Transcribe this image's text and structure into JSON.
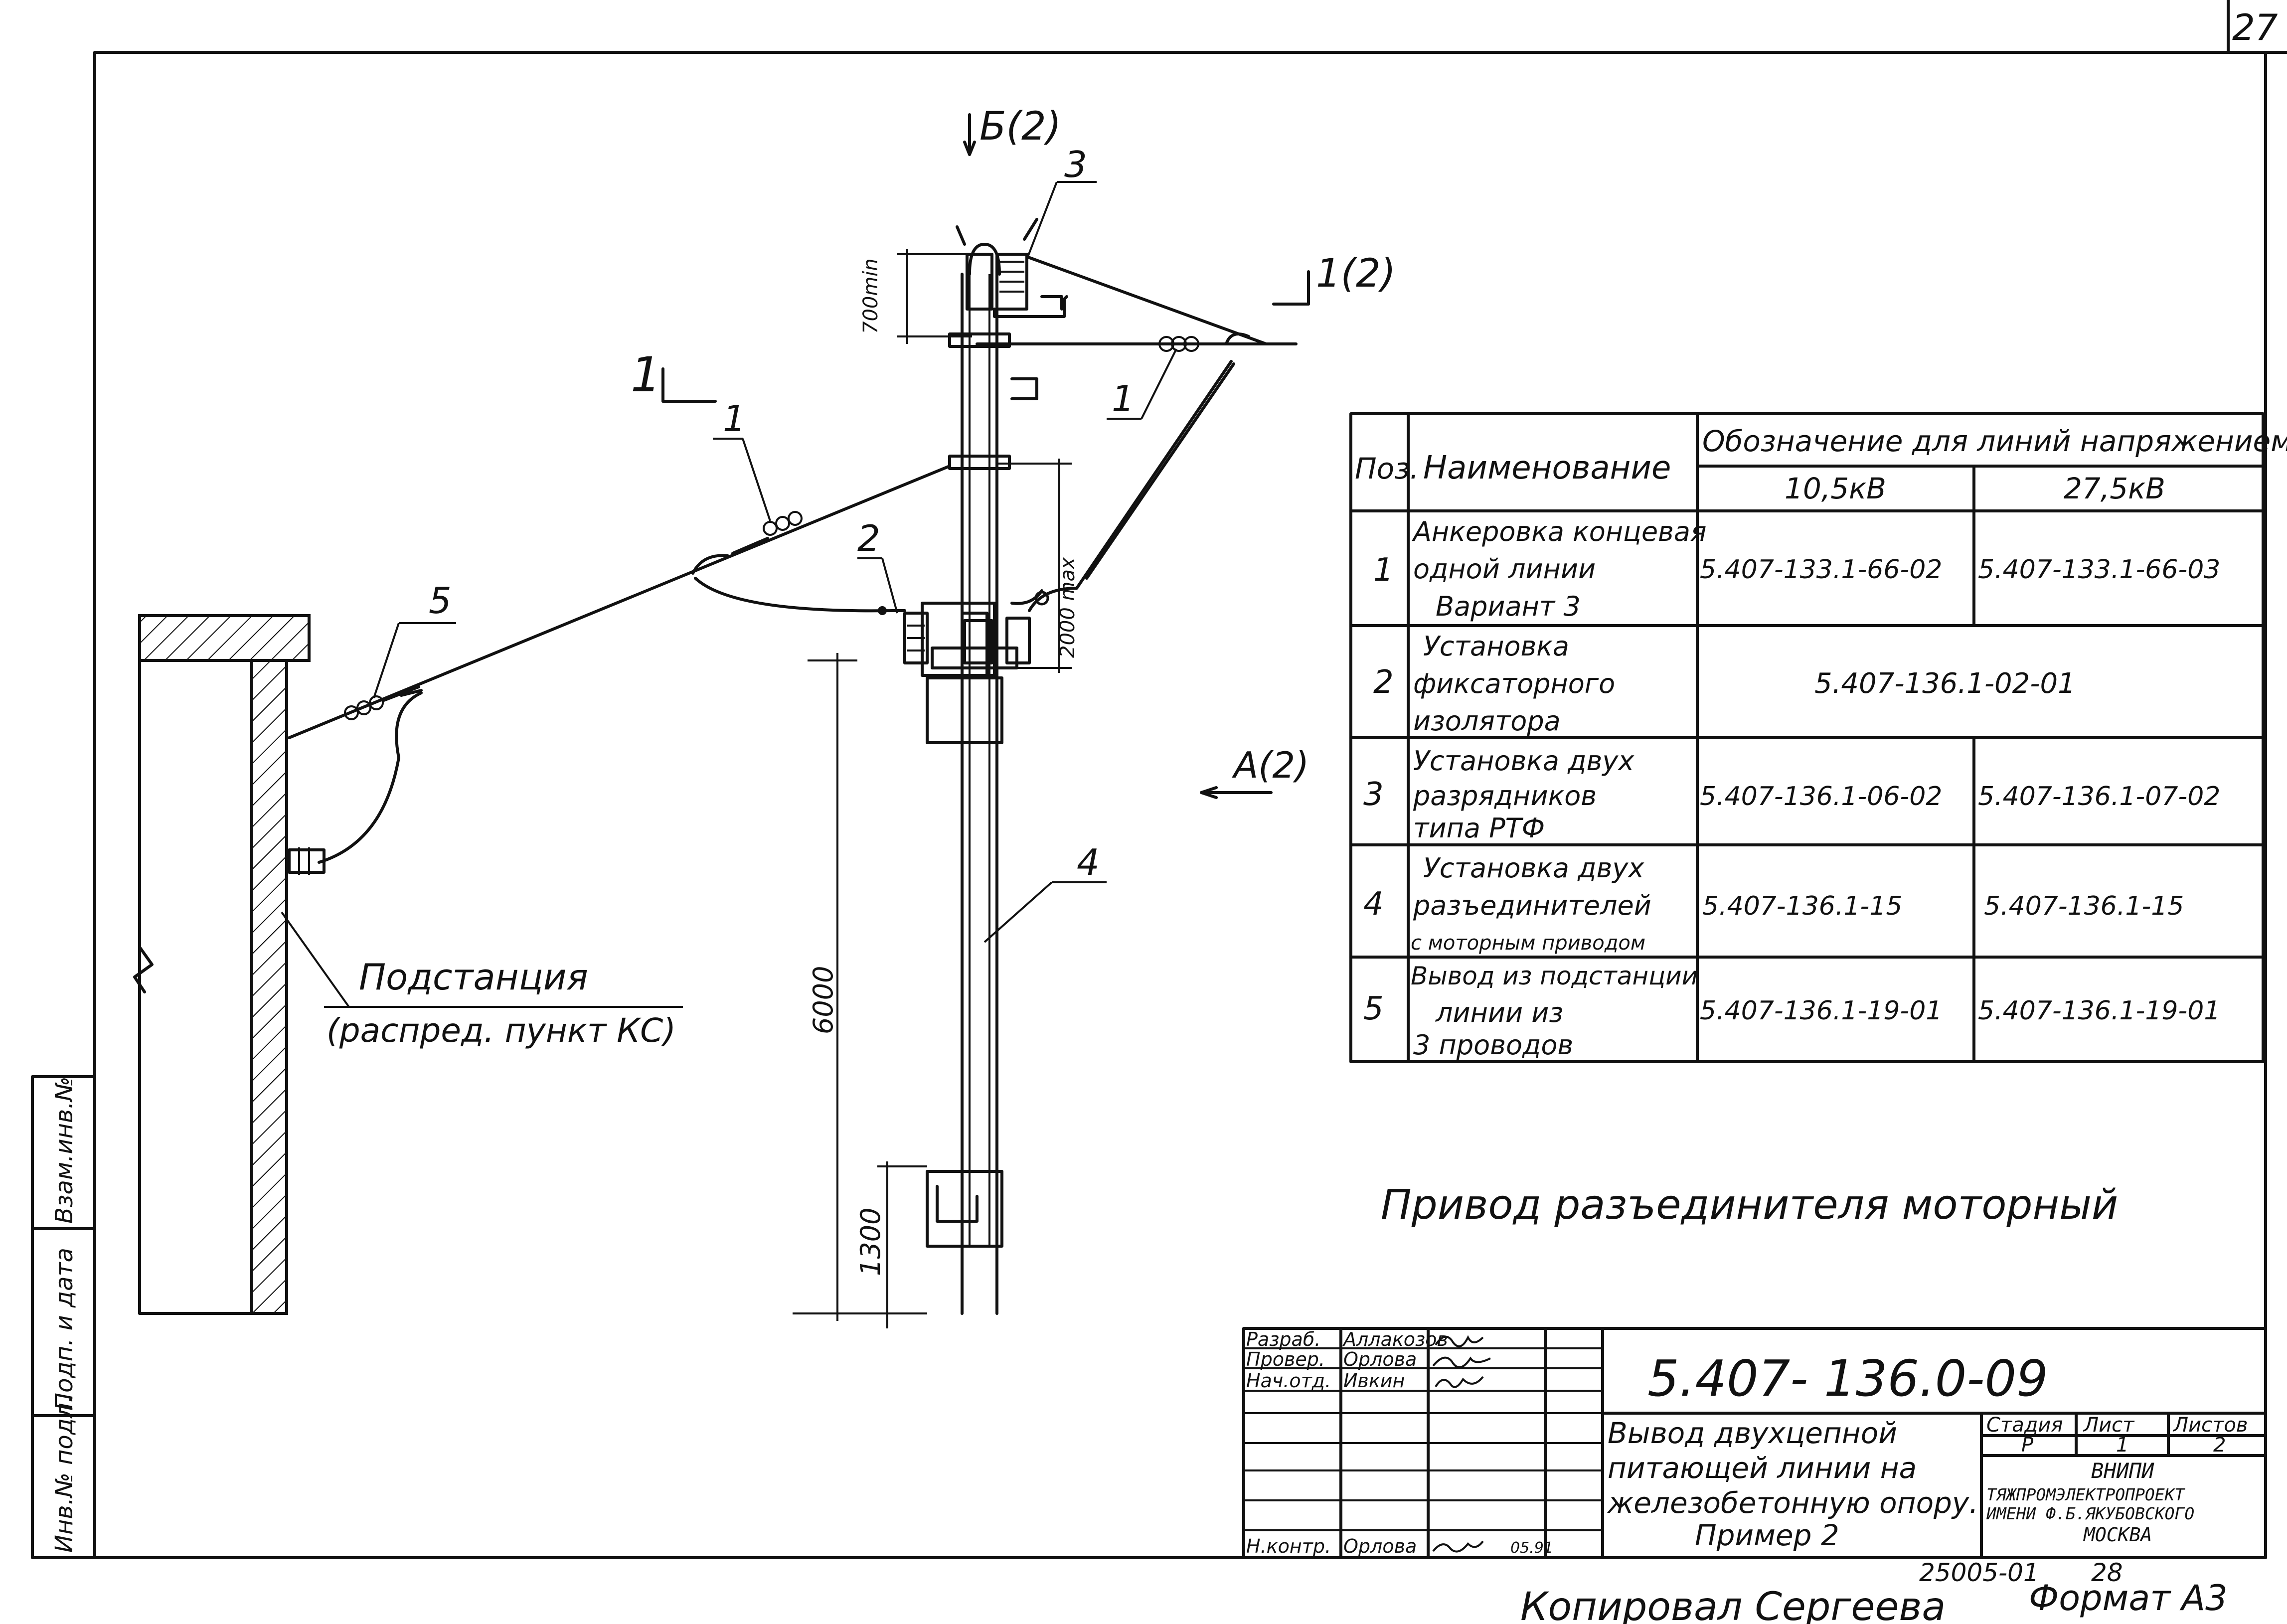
{
  "sheet": {
    "page_number": "27",
    "designation": "5.407- 136.0-09",
    "title_lines": [
      "Вывод двухцепной",
      "питающей линии на",
      "железобетонную опору.",
      "Пример 2"
    ],
    "subtitle": "Привод разъединителя моторный",
    "stage_header": [
      "Стадия",
      "Лист",
      "Листов"
    ],
    "stage_values": [
      "Р",
      "1",
      "2"
    ],
    "org_lines": [
      "ВНИПИ",
      "ТЯЖПРОМЭЛЕКТРОПРОЕКТ",
      "ИМЕНИ Ф.Б.ЯКУБОВСКОГО",
      "МОСКВА"
    ],
    "archive_code": "25005-01",
    "archive_sheet": "28",
    "copied_by": "Копировал  Сергеева",
    "format": "Формат А3"
  },
  "signatures": [
    {
      "role": "Разраб.",
      "name": "Аллакозов",
      "date": ""
    },
    {
      "role": "Провер.",
      "name": "Орлова",
      "date": ""
    },
    {
      "role": "Нач.отд.",
      "name": "Ивкин",
      "date": ""
    },
    {
      "role": "Н.контр.",
      "name": "Орлова",
      "date": "05.91"
    }
  ],
  "side_stamp": [
    "Инв.№ подл.",
    "Подп. и дата",
    "Взам.инв.№"
  ],
  "drawing": {
    "section_b": "Б(2)",
    "section_1_top": "1(2)",
    "section_1_left": "1",
    "view_a": "А(2)",
    "callouts": [
      "1",
      "1",
      "2",
      "3",
      "4",
      "5"
    ],
    "dim_700": "700min",
    "dim_2000": "2000 max",
    "dim_6000": "6000",
    "dim_1300": "1300",
    "substation_label": "Подстанция",
    "substation_sub": "(распред. пункт КС)"
  },
  "spec_table": {
    "head_pos": "Поз.",
    "head_name": "Наименование",
    "head_designation": "Обозначение для линий напряжением",
    "head_v1": "10,5кВ",
    "head_v2": "27,5кВ",
    "rows": [
      {
        "pos": "1",
        "name": [
          "Анкеровка концевая",
          "одной линии",
          "Вариант 3"
        ],
        "v1": "5.407-133.1-66-02",
        "v2": "5.407-133.1-66-03"
      },
      {
        "pos": "2",
        "name": [
          "Установка",
          "фиксаторного",
          "изолятора"
        ],
        "v1": "5.407-136.1-02-01",
        "v2": ""
      },
      {
        "pos": "3",
        "name": [
          "Установка двух",
          "разрядников",
          "типа РТФ"
        ],
        "v1": "5.407-136.1-06-02",
        "v2": "5.407-136.1-07-02"
      },
      {
        "pos": "4",
        "name": [
          "Установка двух",
          "разъединителей",
          "с моторным приводом"
        ],
        "v1": "5.407-136.1-15",
        "v2": "5.407-136.1-15"
      },
      {
        "pos": "5",
        "name": [
          "Вывод из подстанции",
          "линии из",
          "3 проводов"
        ],
        "v1": "5.407-136.1-19-01",
        "v2": "5.407-136.1-19-01"
      }
    ]
  }
}
